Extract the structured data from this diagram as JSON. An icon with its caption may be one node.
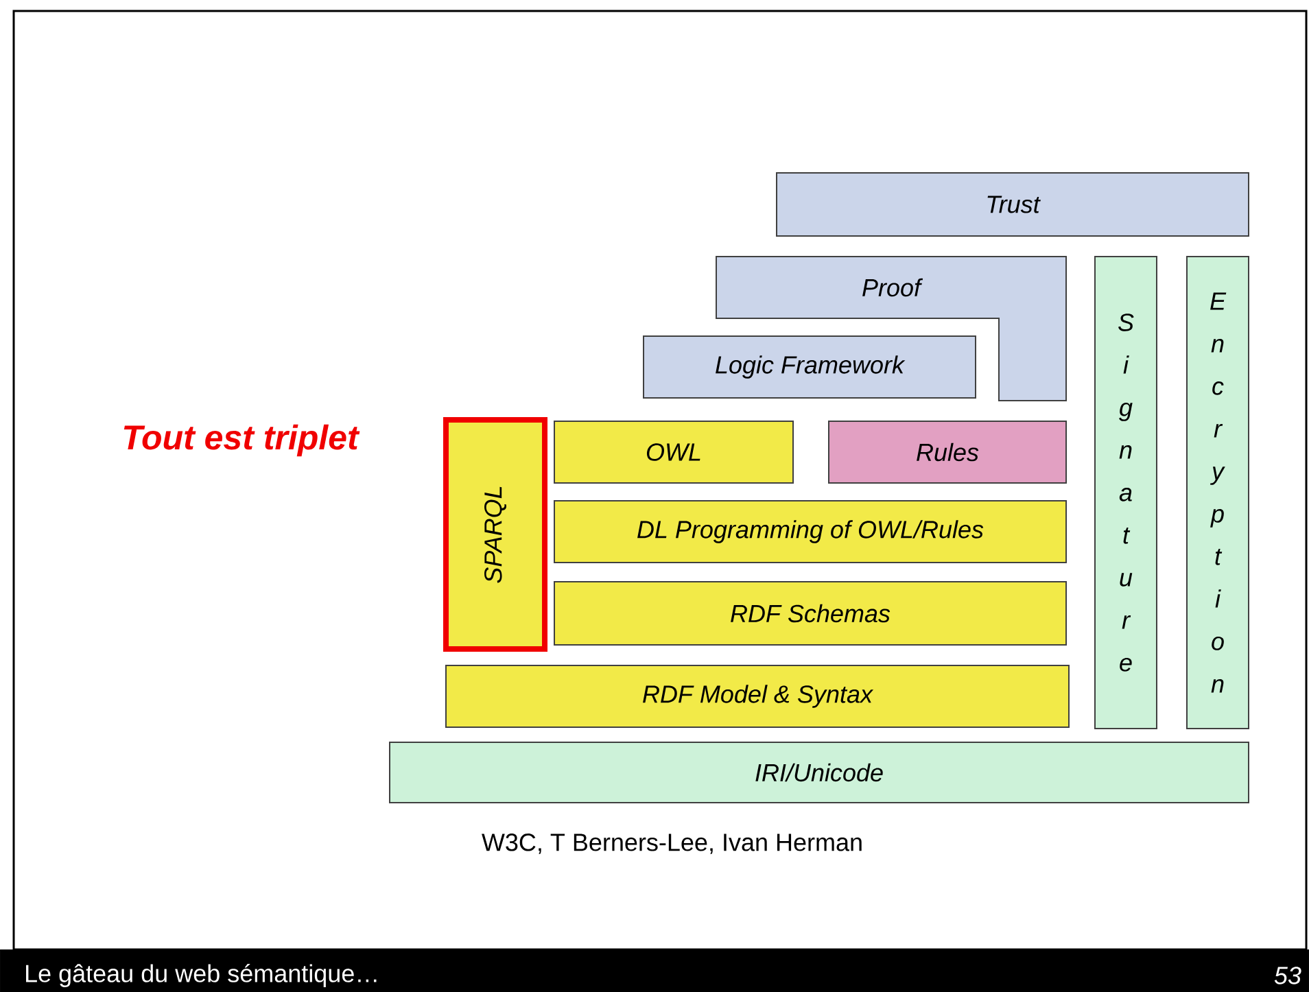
{
  "diagram": {
    "nodes": [
      {
        "text": [
          "Trust"
        ]
      },
      {
        "text": [
          "Proof"
        ]
      },
      {
        "text": [
          "Logic Framework"
        ]
      },
      {
        "text": [
          "Signature"
        ]
      },
      {
        "text": [
          "Encryption"
        ]
      },
      {
        "text": [
          "SPARQL"
        ]
      },
      {
        "text": [
          "OWL"
        ]
      },
      {
        "text": [
          "Rules"
        ]
      },
      {
        "text": [
          "DL Programming of OWL/Rules"
        ]
      },
      {
        "text": [
          "RDF Schemas"
        ]
      },
      {
        "text": [
          "RDF Model & Syntax"
        ]
      },
      {
        "text": [
          "IRI/Unicode"
        ]
      }
    ],
    "labels": [
      "Tout est triplet",
      "W3C, T Berners-Lee, Ivan Herman",
      "Le gâteau du web sémantique…",
      "53"
    ]
  }
}
